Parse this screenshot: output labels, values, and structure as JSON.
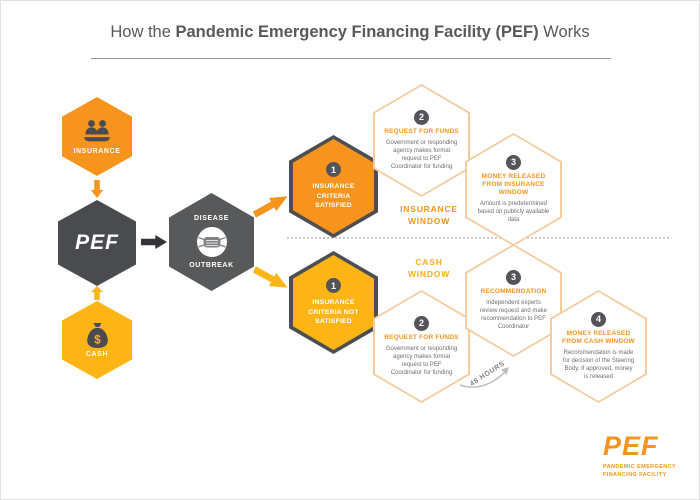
{
  "title": {
    "pre": "How the ",
    "strong": "Pandemic Emergency Financing Facility (PEF)",
    "post": " Works"
  },
  "colors": {
    "orange": "#F7941D",
    "yellow": "#FDB515",
    "dark_gray": "#4D4E52",
    "text_gray": "#6D6E71",
    "hex_border_light": "#F5CBA0"
  },
  "icons": {
    "insurance": "two-people-over-hand",
    "cash": "money-bag-dollar",
    "outbreak": "face-mask",
    "flow": "block-arrows"
  },
  "left_flow": {
    "insurance_label": "INSURANCE",
    "pef_label": "PEF",
    "cash_label": "CASH"
  },
  "outbreak": {
    "line1": "DISEASE",
    "line2": "OUTBREAK"
  },
  "insurance_window": {
    "window_label_1": "INSURANCE",
    "window_label_2": "WINDOW",
    "criteria": {
      "num": "1",
      "label": "INSURANCE CRITERIA SATISFIED"
    },
    "steps": [
      {
        "num": "2",
        "heading": "REQUEST FOR FUNDS",
        "body": "Government or responding agency makes formal request to PEF Coordinator for funding"
      },
      {
        "num": "3",
        "heading": "MONEY RELEASED FROM INSURANCE WINDOW",
        "body": "Amount is predetermined based on publicly available data"
      }
    ]
  },
  "cash_window": {
    "window_label_1": "CASH",
    "window_label_2": "WINDOW",
    "criteria": {
      "num": "1",
      "label": "INSURANCE CRITERIA NOT SATISFIED"
    },
    "steps": [
      {
        "num": "2",
        "heading": "REQUEST FOR FUNDS",
        "body": "Government or responding agency makes formal request to PEF Coordinator for funding"
      },
      {
        "num": "3",
        "heading": "RECOMMENDATION",
        "body": "Independent experts review request and make recommendation to PEF Coordinator"
      },
      {
        "num": "4",
        "heading": "MONEY RELEASED FROM CASH WINDOW",
        "body": "Recommendation is made for decision of the Steering Body. If approved, money is released"
      }
    ],
    "hours_label": "48 HOURS"
  },
  "logo": {
    "wordmark": "PEF",
    "sub_line1": "PANDEMIC EMERGENCY",
    "sub_line2": "FINANCING FACILITY"
  }
}
